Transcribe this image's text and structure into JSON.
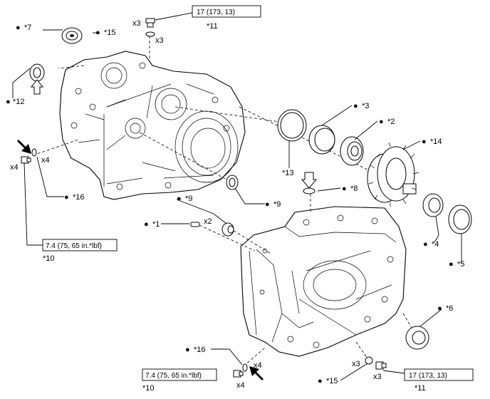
{
  "labels": {
    "p1": "*1",
    "p2": "*2",
    "p3": "*3",
    "p4": "*4",
    "p5": "*5",
    "p6": "*6",
    "p7": "*7",
    "p8": "*8",
    "p9a": "*9",
    "p9b": "*9",
    "p10a": "*10",
    "p10b": "*10",
    "p11a": "*11",
    "p11b": "*11",
    "p12": "*12",
    "p13": "*13",
    "p14": "*14",
    "p15a": "*15",
    "p15b": "*15",
    "p16a": "*16",
    "p16b": "*16"
  },
  "bullet": "●",
  "qty": {
    "top_bolt": "x3",
    "top_ring": "x3",
    "left_bolt": "x4",
    "left_ring": "x4",
    "pin": "x2",
    "bottom_ring": "x4",
    "bottom_bolt": "x4",
    "br_ring": "x3",
    "br_bolt": "x3"
  },
  "torque": {
    "plug_top": "17 (173, 13)",
    "bolt_left": "7.4 (75, 65 in.*lbf)",
    "bolt_bottom": "7.4 (75, 65 in.*lbf)",
    "plug_bottom": "17 (173, 13)"
  }
}
